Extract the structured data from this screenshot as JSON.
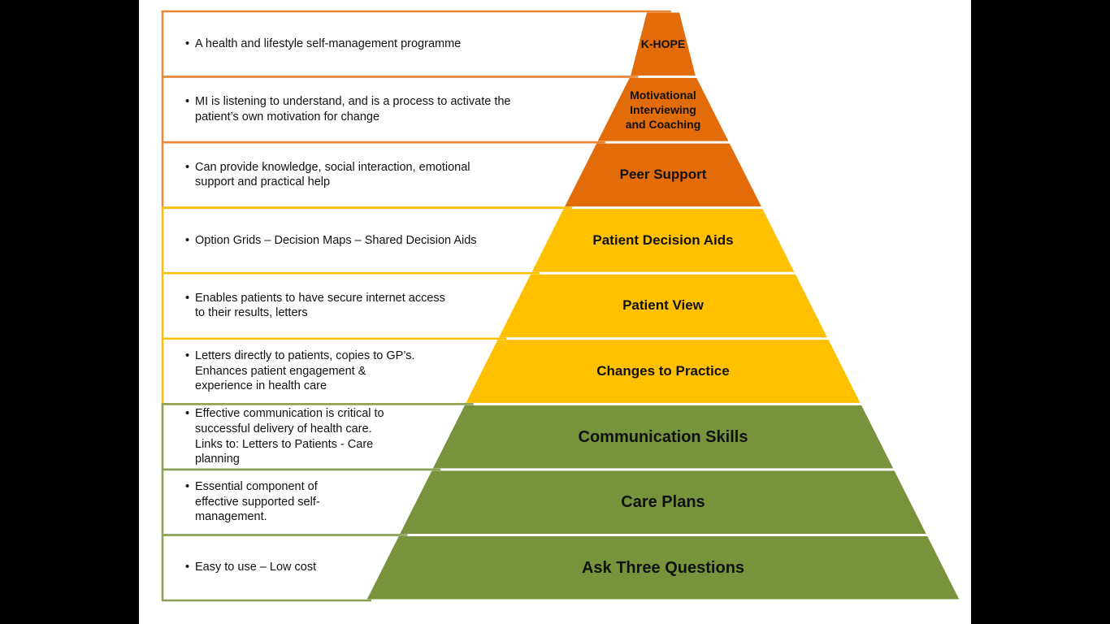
{
  "colors": {
    "orange": "#e36c0a",
    "yellow": "#ffc000",
    "green": "#77933c",
    "orange_border": "#e8883a",
    "yellow_border": "#ffc000",
    "green_border": "#8aa155"
  },
  "tiers": [
    {
      "label": "K-HOPE",
      "description": "A health and lifestyle self-management programme",
      "color": "orange"
    },
    {
      "label": "Motivational\nInterviewing\nand Coaching",
      "description": "MI is listening to understand,  and is a process to activate the\npatient’s own motivation for change",
      "color": "orange"
    },
    {
      "label": "Peer Support",
      "description": "Can provide knowledge, social interaction, emotional\nsupport and practical help",
      "color": "orange"
    },
    {
      "label": "Patient Decision Aids",
      "description": "Option Grids – Decision Maps – Shared Decision Aids",
      "color": "yellow"
    },
    {
      "label": "Patient View",
      "description": "Enables patients to have secure internet access\nto their results,  letters",
      "color": "yellow"
    },
    {
      "label": "Changes to Practice",
      "description": "Letters directly to patients, copies to GP’s.\nEnhances patient engagement &\nexperience in health care",
      "color": "yellow"
    },
    {
      "label": "Communication Skills",
      "description": "Effective communication is critical to\nsuccessful delivery of health care.\nLinks to: Letters to Patients -  Care\nplanning",
      "color": "green"
    },
    {
      "label": "Care Plans",
      "description": "Essential component of\neffective supported self-\nmanagement.",
      "color": "green"
    },
    {
      "label": "Ask Three Questions",
      "description": "Easy to use – Low cost",
      "color": "green"
    }
  ]
}
